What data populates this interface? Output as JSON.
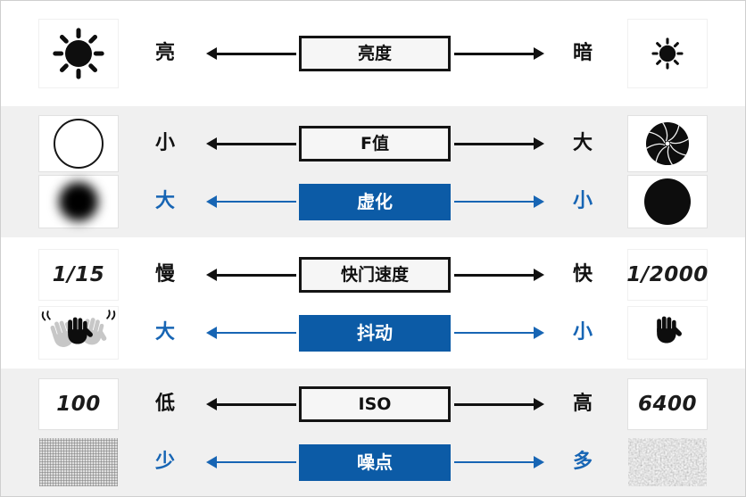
{
  "diagram": {
    "title_hint": "camera exposure settings infographic",
    "colors": {
      "accent_blue": "#0C5BA6",
      "blue_text": "#1765B4",
      "band_gray": "#F0F0F0",
      "ink": "#111111"
    },
    "rows": [
      {
        "id": "brightness",
        "main": {
          "left_icon": "sun-bright-icon",
          "left_label": "亮",
          "center": "亮度",
          "right_label": "暗",
          "right_icon": "sun-dim-icon"
        }
      },
      {
        "id": "aperture",
        "main": {
          "left_icon": "aperture-open-icon",
          "left_label": "小",
          "center": "F值",
          "right_label": "大",
          "right_icon": "aperture-blades-icon"
        },
        "sub": {
          "left_icon": "bokeh-large-icon",
          "left_label": "大",
          "center": "虚化",
          "right_label": "小",
          "right_icon": "bokeh-small-icon"
        }
      },
      {
        "id": "shutter",
        "main": {
          "left_value": "1/15",
          "left_label": "慢",
          "center": "快门速度",
          "right_label": "快",
          "right_value": "1/2000"
        },
        "sub": {
          "left_icon": "hand-shake-icon",
          "left_label": "大",
          "center": "抖动",
          "right_label": "小",
          "right_icon": "hand-steady-icon"
        }
      },
      {
        "id": "iso",
        "main": {
          "left_value": "100",
          "left_label": "低",
          "center": "ISO",
          "right_label": "高",
          "right_value": "6400"
        },
        "sub": {
          "left_icon": "noise-fine-icon",
          "left_label": "少",
          "center": "噪点",
          "right_label": "多",
          "right_icon": "noise-coarse-icon"
        }
      }
    ]
  }
}
